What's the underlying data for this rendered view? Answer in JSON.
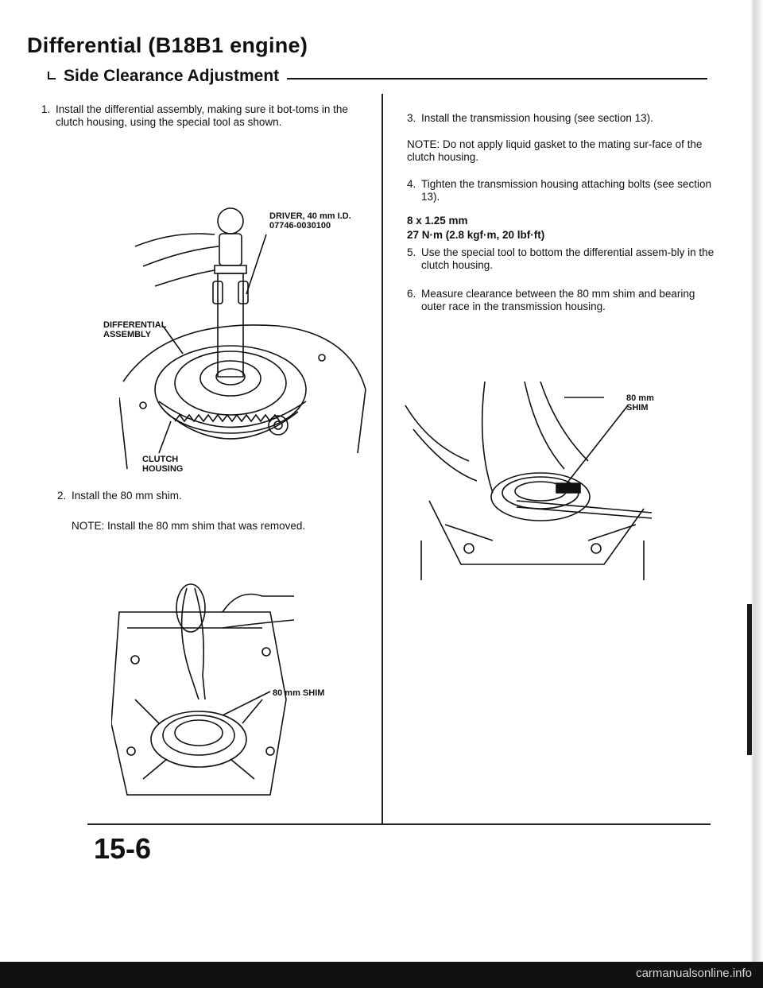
{
  "header": {
    "title": "Differential (B18B1 engine)",
    "subtitle": "Side Clearance Adjustment"
  },
  "left": {
    "step1": {
      "num": "1.",
      "text": "Install the differential assembly, making sure it bot-toms in the clutch housing, using the special tool as shown."
    },
    "fig1": {
      "driver": "DRIVER, 40 mm I.D.",
      "driver_pn": "07746-0030100",
      "diff1": "DIFFERENTIAL",
      "diff2": "ASSEMBLY",
      "clutch1": "CLUTCH",
      "clutch2": "HOUSING"
    },
    "step2": {
      "num": "2.",
      "text": "Install the 80 mm shim."
    },
    "note2": "NOTE: Install the 80 mm shim that was removed.",
    "fig2": {
      "shim": "80 mm SHIM"
    }
  },
  "right": {
    "step3": {
      "num": "3.",
      "text": "Install the transmission housing (see section 13)."
    },
    "note3": "NOTE: Do not apply liquid gasket to the mating sur-face of the clutch housing.",
    "step4": {
      "num": "4.",
      "text": "Tighten the transmission housing attaching bolts (see section 13)."
    },
    "spec1": "8 x 1.25 mm",
    "spec2": "27 N·m (2.8 kgf·m, 20 lbf·ft)",
    "step5": {
      "num": "5.",
      "text": "Use the special tool to bottom the differential assem-bly in the clutch housing."
    },
    "step6": {
      "num": "6.",
      "text": "Measure clearance between the 80 mm shim and bearing outer race in the transmission housing."
    },
    "fig3": {
      "shim1": "80 mm",
      "shim2": "SHIM"
    }
  },
  "footer": {
    "page": "15-6",
    "watermark": "carmanualsonline.info"
  }
}
